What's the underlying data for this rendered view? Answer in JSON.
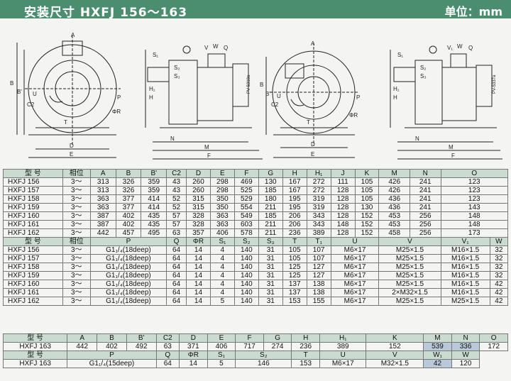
{
  "header": {
    "title": "安装尺寸 HXFJ 156～163",
    "unit": "单位：mm"
  },
  "drawings": {
    "view1": {
      "labels": [
        "A",
        "B",
        "B'",
        "C2",
        "U",
        "T",
        "ΦR",
        "D",
        "E",
        "P"
      ]
    },
    "view2": {
      "labels": [
        "S₁",
        "V",
        "W",
        "Q",
        "S₂",
        "S₃",
        "N",
        "M",
        "F",
        "H₁",
        "H",
        "PV-5310a"
      ]
    },
    "view3": {
      "labels": [
        "A",
        "B",
        "B'",
        "C2",
        "U",
        "T",
        "ΦR",
        "D",
        "E",
        "P"
      ]
    },
    "view4": {
      "labels": [
        "S₁",
        "V₁",
        "W",
        "Q",
        "S₂",
        "S₃",
        "N",
        "M",
        "F",
        "H₁",
        "H",
        "PV-5337a"
      ]
    }
  },
  "table1": {
    "header_a": [
      "型 号",
      "相位",
      "A",
      "B",
      "B'",
      "C2",
      "D",
      "E",
      "F",
      "G",
      "H",
      "H₁",
      "J",
      "K",
      "M",
      "N",
      "O"
    ],
    "rows_a": [
      [
        "HXFJ 156",
        "3～",
        "313",
        "326",
        "359",
        "43",
        "260",
        "298",
        "469",
        "130",
        "167",
        "272",
        "111",
        "105",
        "426",
        "241",
        "123"
      ],
      [
        "HXFJ 157",
        "3～",
        "313",
        "326",
        "359",
        "43",
        "260",
        "298",
        "525",
        "185",
        "167",
        "272",
        "128",
        "105",
        "426",
        "241",
        "123"
      ],
      [
        "HXFJ 158",
        "3～",
        "363",
        "377",
        "414",
        "52",
        "315",
        "350",
        "529",
        "180",
        "195",
        "319",
        "128",
        "105",
        "436",
        "241",
        "123"
      ],
      [
        "HXFJ 159",
        "3～",
        "363",
        "377",
        "414",
        "52",
        "315",
        "350",
        "554",
        "211",
        "195",
        "319",
        "128",
        "130",
        "436",
        "241",
        "143"
      ],
      [
        "HXFJ 160",
        "3～",
        "387",
        "402",
        "435",
        "57",
        "328",
        "363",
        "549",
        "185",
        "206",
        "343",
        "128",
        "152",
        "453",
        "256",
        "148"
      ],
      [
        "HXFJ 161",
        "3～",
        "387",
        "402",
        "435",
        "57",
        "328",
        "363",
        "603",
        "211",
        "206",
        "343",
        "148",
        "152",
        "453",
        "256",
        "148"
      ],
      [
        "HXFJ 162",
        "3～",
        "442",
        "457",
        "495",
        "63",
        "357",
        "406",
        "578",
        "211",
        "236",
        "389",
        "128",
        "152",
        "458",
        "256",
        "173"
      ]
    ],
    "header_b": [
      "型 号",
      "相位",
      "P",
      "Q",
      "ΦR",
      "S₁",
      "S₂",
      "S₃",
      "T",
      "T₁",
      "U",
      "V",
      "V₁",
      "W"
    ],
    "rows_b": [
      [
        "HXFJ 156",
        "3～",
        "G1₁/₄(18deep)",
        "64",
        "14",
        "4",
        "140",
        "31",
        "105",
        "107",
        "M6×17",
        "M25×1.5",
        "M16×1.5",
        "32"
      ],
      [
        "HXFJ 157",
        "3～",
        "G1₁/₄(18deep)",
        "64",
        "14",
        "4",
        "140",
        "31",
        "105",
        "107",
        "M6×17",
        "M25×1.5",
        "M16×1.5",
        "32"
      ],
      [
        "HXFJ 158",
        "3～",
        "G1₁/₄(18deep)",
        "64",
        "14",
        "4",
        "140",
        "31",
        "125",
        "127",
        "M6×17",
        "M25×1.5",
        "M16×1.5",
        "32"
      ],
      [
        "HXFJ 159",
        "3～",
        "G1₁/₄(18deep)",
        "64",
        "14",
        "4",
        "140",
        "31",
        "125",
        "127",
        "M6×17",
        "M25×1.5",
        "M16×1.5",
        "32"
      ],
      [
        "HXFJ 160",
        "3～",
        "G1₁/₄(18deep)",
        "64",
        "14",
        "4",
        "140",
        "31",
        "137",
        "138",
        "M6×17",
        "M25×1.5",
        "M16×1.5",
        "42"
      ],
      [
        "HXFJ 161",
        "3～",
        "G1₁/₄(18deep)",
        "64",
        "14",
        "4",
        "140",
        "31",
        "137",
        "138",
        "M6×17",
        "2×M32×1.5",
        "M16×1.5",
        "42"
      ],
      [
        "HXFJ 162",
        "3～",
        "G1₁/₄(18deep)",
        "64",
        "14",
        "5",
        "140",
        "31",
        "153",
        "155",
        "M6×17",
        "M25×1.5",
        "M25×1.5",
        "42"
      ]
    ]
  },
  "table2": {
    "header_a": [
      "型 号",
      "A",
      "B",
      "B'",
      "C2",
      "D",
      "E",
      "F",
      "G",
      "H",
      "H₁",
      "K",
      "M",
      "N",
      "O"
    ],
    "row_a": [
      "HXFJ 163",
      "442",
      "402",
      "492",
      "63",
      "371",
      "406",
      "717",
      "274",
      "236",
      "389",
      "152",
      "539",
      "336",
      "172"
    ],
    "header_b": [
      "型 号",
      "P",
      "Q",
      "ΦR",
      "S₁",
      "S₂",
      "T",
      "U",
      "V",
      "W₁",
      "W"
    ],
    "row_b": [
      "HXFJ 163",
      "G1₁/₄(15deep)",
      "64",
      "14",
      "5",
      "146",
      "153",
      "M6×17",
      "M32×1.5",
      "42",
      "120"
    ]
  }
}
